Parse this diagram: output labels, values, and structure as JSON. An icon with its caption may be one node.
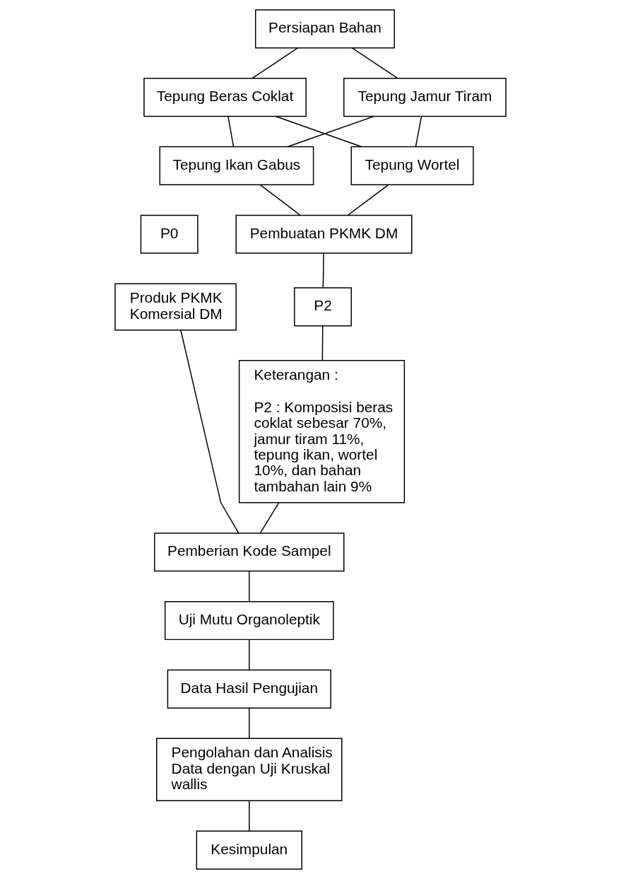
{
  "diagram": {
    "nodes": [
      {
        "text": [
          "Persiapan Bahan"
        ]
      },
      {
        "text": [
          "Tepung Beras Coklat"
        ]
      },
      {
        "text": [
          "Tepung Jamur Tiram"
        ]
      },
      {
        "text": [
          "Tepung Ikan Gabus"
        ]
      },
      {
        "text": [
          "Tepung Wortel"
        ]
      },
      {
        "text": [
          "Pembuatan PKMK DM"
        ]
      },
      {
        "text": [
          "P0"
        ]
      },
      {
        "text": [
          "P2"
        ]
      },
      {
        "text": [
          "Produk PKMK Komersial DM"
        ]
      },
      {
        "text": [
          "Keterangan :",
          "P2 : Komposisi beras coklat sebesar 70%, jamur tiram 11%, tepung ikan, wortel 10%, dan bahan tambahan lain 9%"
        ]
      },
      {
        "text": [
          "Pemberian Kode Sampel"
        ]
      },
      {
        "text": [
          "Uji Mutu Organoleptik"
        ]
      },
      {
        "text": [
          "Data Hasil Pengujian"
        ]
      },
      {
        "text": [
          "Pengolahan dan Analisis Data dengan Uji Kruskal wallis"
        ]
      },
      {
        "text": [
          "Kesimpulan"
        ]
      }
    ],
    "edges": [
      {
        "from": 0,
        "to": 1,
        "arrow": "none"
      },
      {
        "from": 0,
        "to": 2,
        "arrow": "none"
      },
      {
        "from": 1,
        "to": 3,
        "arrow": "none"
      },
      {
        "from": 1,
        "to": 4,
        "arrow": "none"
      },
      {
        "from": 2,
        "to": 3,
        "arrow": "none"
      },
      {
        "from": 2,
        "to": 4,
        "arrow": "none"
      },
      {
        "from": 3,
        "to": 5,
        "arrow": "none"
      },
      {
        "from": 4,
        "to": 5,
        "arrow": "none"
      },
      {
        "from": 5,
        "to": 7,
        "arrow": "none"
      },
      {
        "from": 7,
        "to": 9,
        "arrow": "none"
      },
      {
        "from": 9,
        "to": 10,
        "arrow": "none"
      },
      {
        "from": 8,
        "to": 10,
        "arrow": "none"
      },
      {
        "from": 10,
        "to": 11,
        "arrow": "none"
      },
      {
        "from": 11,
        "to": 12,
        "arrow": "none"
      },
      {
        "from": 12,
        "to": 13,
        "arrow": "none"
      },
      {
        "from": 13,
        "to": 14,
        "arrow": "none"
      }
    ]
  }
}
